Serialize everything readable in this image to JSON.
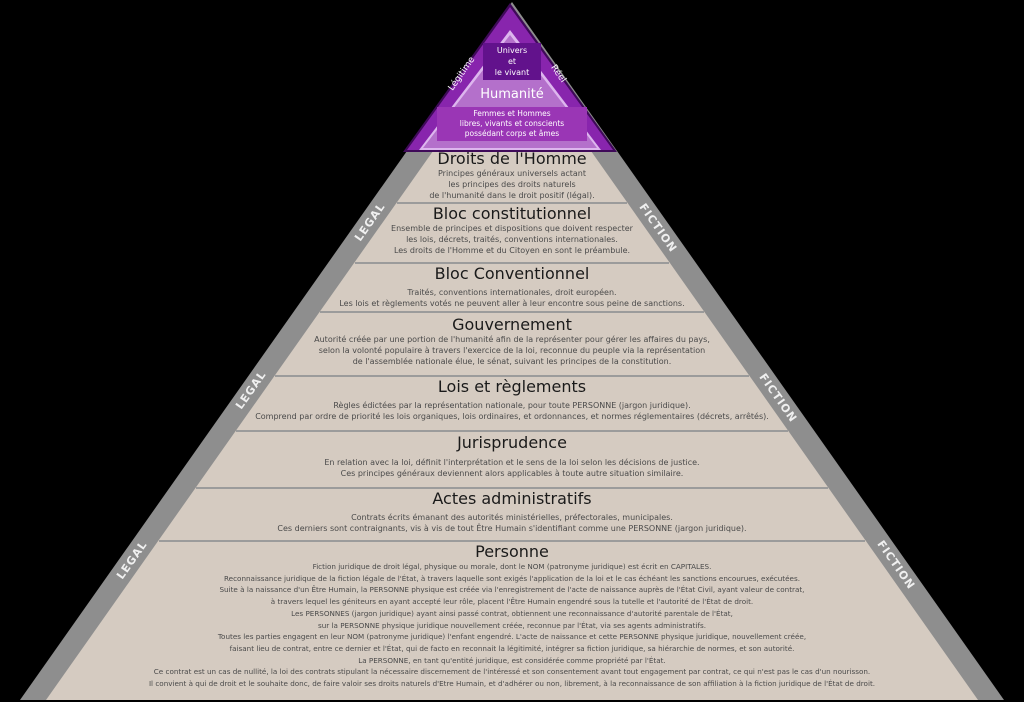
{
  "pyramid": {
    "apex": {
      "universe_lines": [
        "Univers",
        "et",
        "le vivant"
      ],
      "title": "Humanité",
      "subtitle_lines": [
        "Femmes et Hommes",
        "libres, vivants et conscients",
        "possédant corps et âmes"
      ],
      "left_edge_label": "Légitime",
      "right_edge_label": "Réel"
    },
    "side_labels": {
      "left": [
        "LEGAL",
        "LEGAL",
        "LEGAL"
      ],
      "right": [
        "FICTION",
        "FICTION",
        "FICTION"
      ]
    },
    "layers": [
      {
        "title": "Droits de l'Homme",
        "lines": [
          "Principes généraux universels actant",
          "les principes des droits naturels",
          "de l'humanité dans le droit positif (légal)."
        ]
      },
      {
        "title": "Bloc constitutionnel",
        "lines": [
          "Ensemble de principes et dispositions que doivent respecter",
          "les lois, décrets, traités, conventions internationales.",
          "Les droits de l'Homme et du Citoyen en sont le préambule."
        ]
      },
      {
        "title": "Bloc Conventionnel",
        "lines": [
          "Traités, conventions internationales, droit européen.",
          "Les lois et règlements votés ne peuvent aller à leur encontre sous peine de sanctions."
        ]
      },
      {
        "title": "Gouvernement",
        "lines": [
          "Autorité créée par une portion de l'humanité afin de la représenter pour gérer les affaires du pays,",
          "selon la volonté populaire à travers l'exercice de la loi, reconnue du peuple via la représentation",
          "de l'assemblée nationale élue, le sénat, suivant les principes de la constitution."
        ]
      },
      {
        "title": "Lois et règlements",
        "lines": [
          "Règles édictées par la représentation nationale, pour toute PERSONNE (jargon juridique).",
          "Comprend par ordre de priorité les lois organiques, lois ordinaires, et ordonnances, et normes réglementaires (décrets, arrêtés)."
        ]
      },
      {
        "title": "Jurisprudence",
        "lines": [
          "En relation avec la loi, définit l'interprétation et le sens de la loi selon les décisions de justice.",
          "Ces principes généraux deviennent alors applicables à toute autre situation similaire."
        ]
      },
      {
        "title": "Actes administratifs",
        "lines": [
          "Contrats écrits émanant des autorités ministérielles, préfectorales, municipales.",
          "Ces derniers sont contraignants, vis à vis de tout Être Humain s'identifiant comme une PERSONNE (jargon juridique)."
        ]
      },
      {
        "title": "Personne",
        "lines": [
          "Fiction juridique de droit légal, physique ou morale, dont le NOM (patronyme juridique) est écrit en CAPITALES.",
          "Reconnaissance juridique de la fiction légale de l'État, à travers laquelle sont exigés l'application de la loi et le cas échéant les sanctions encourues, exécutées.",
          "Suite à la naissance d'un Être Humain, la PERSONNE physique est créée via l'enregistrement de l'acte de naissance auprès de l'État Civil, ayant valeur de contrat,",
          "à travers lequel les géniteurs en ayant accepté leur rôle, placent l'Être Humain engendré sous la tutelle et l'autorité de l'État de droit.",
          "Les PERSONNES (jargon juridique) ayant ainsi passé contrat, obtiennent une reconnaissance d'autorité parentale de l'État,",
          "sur la PERSONNE physique juridique nouvellement créée, reconnue par l'État, via ses agents administratifs.",
          "Toutes les parties engagent en leur NOM (patronyme juridique) l'enfant engendré. L'acte de naissance et cette PERSONNE physique juridique, nouvellement créée,",
          "faisant lieu de contrat, entre ce dernier et l'État, qui de facto en reconnait la légitimité, intégrer sa fiction juridique, sa hiérarchie de normes, et son autorité.",
          "La PERSONNE, en tant qu'entité juridique, est considérée comme propriété par l'État.",
          "Ce contrat est un cas de nullité, la loi des contrats stipulant la nécessaire discernement de l'intéressé et son consentement avant tout engagement par contrat, ce qui n'est pas le cas d'un nourisson.",
          "Il convient à qui de droit et le souhaite donc, de faire valoir ses droits naturels d'Etre Humain, et d'adhérer ou non, librement, à la reconnaissance de son affiliation à la fiction juridique de l'État de droit."
        ]
      }
    ],
    "colors": {
      "background": "#000000",
      "slope_band": "#8e8e8e",
      "layer_fill": "#d5cbc1",
      "separator": "#9b9b9b",
      "apex_purple": "#8825ad",
      "apex_inner_purple": "#b470cb",
      "apex_dark_box": "#62128c",
      "title_text": "#1a1a1a",
      "body_text": "#4a4a4a",
      "side_label_text": "#f0f0f0"
    }
  }
}
